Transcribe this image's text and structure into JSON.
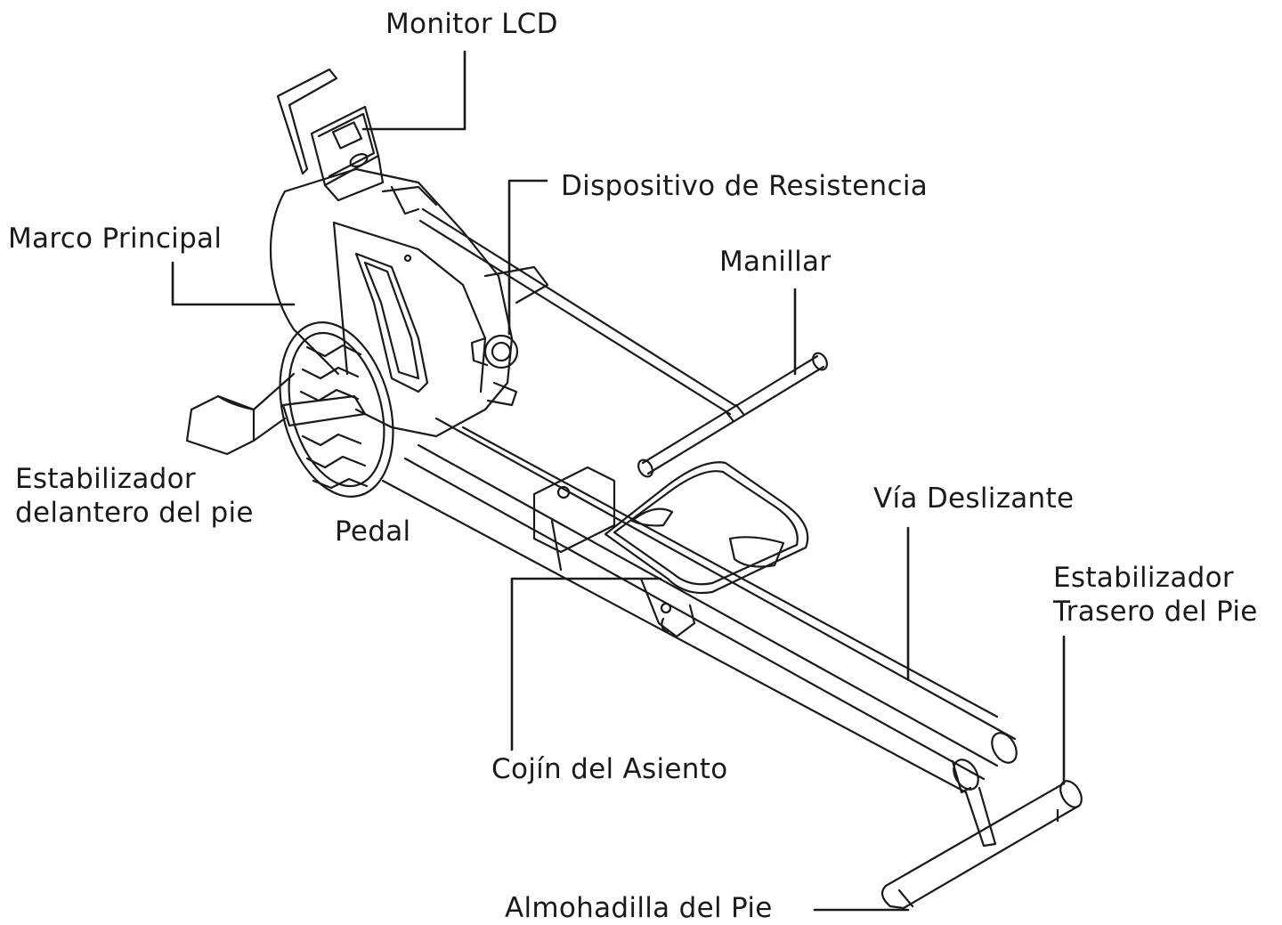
{
  "labels": {
    "monitor_lcd": "Monitor LCD",
    "dispositivo_resistencia": "Dispositivo de Resistencia",
    "marco_principal": "Marco Principal",
    "manillar": "Manillar",
    "estabilizador_delantero_line1": "Estabilizador",
    "estabilizador_delantero_line2": "delantero del pie",
    "pedal": "Pedal",
    "via_deslizante": "Vía Deslizante",
    "estabilizador_trasero_line1": "Estabilizador",
    "estabilizador_trasero_line2": "Trasero del Pie",
    "cojin_asiento": "Cojín del Asiento",
    "almohadilla_pie": "Almohadilla del Pie"
  },
  "colors": {
    "line": "#1a1a1a",
    "background": "#ffffff"
  }
}
